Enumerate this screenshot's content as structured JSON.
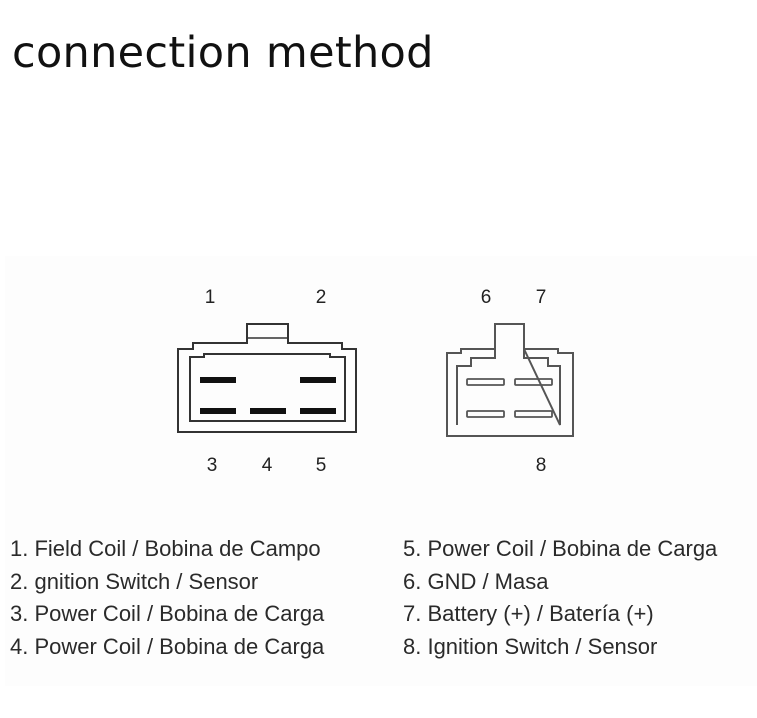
{
  "title": "connection method",
  "connector_left": {
    "pins_top": [
      "1",
      "2"
    ],
    "pins_bottom": [
      "3",
      "4",
      "5"
    ]
  },
  "connector_right": {
    "pins_top": [
      "6",
      "7"
    ],
    "pins_bottom": [
      "8"
    ]
  },
  "legend_left": [
    "1. Field Coil / Bobina de Campo",
    "2. gnition Switch / Sensor",
    "3. Power Coil / Bobina de Carga",
    "4. Power Coil / Bobina de Carga"
  ],
  "legend_right": [
    "5. Power Coil / Bobina de Carga",
    "6. GND / Masa",
    "7. Battery (+) / Batería (+)",
    "8. Ignition Switch / Sensor"
  ]
}
